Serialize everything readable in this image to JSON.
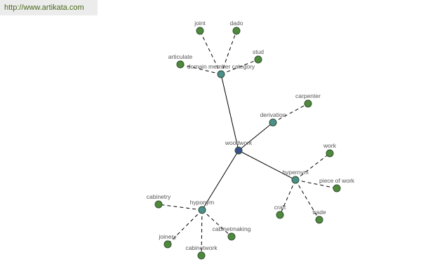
{
  "banner": {
    "url": "http://www.artikata.com"
  },
  "colors": {
    "root": "#3a4e8c",
    "relation": "#4a8f8a",
    "leaf": "#4f8a3c",
    "edge": "#000000",
    "label": "#555555"
  },
  "graph": {
    "root": "woodwork",
    "relations": [
      {
        "label": "domain member category",
        "terms": [
          "joint",
          "dado",
          "stud",
          "articulate"
        ]
      },
      {
        "label": "derivation",
        "terms": [
          "carpenter"
        ]
      },
      {
        "label": "hypernym",
        "terms": [
          "work",
          "piece of work",
          "trade",
          "craft"
        ]
      },
      {
        "label": "hyponym",
        "terms": [
          "cabinetry",
          "cabinetmaking",
          "cabinetwork",
          "joinery"
        ]
      }
    ]
  }
}
